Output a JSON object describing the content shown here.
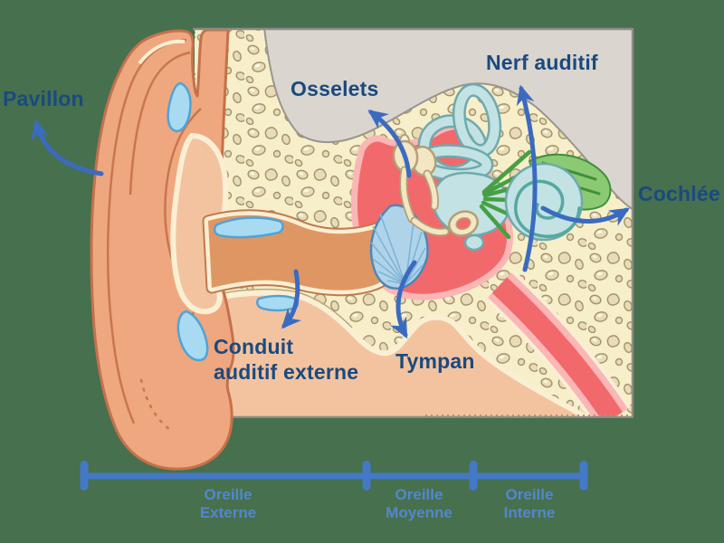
{
  "figure": {
    "labels": {
      "pavillon": "Pavillon",
      "osselets": "Osselets",
      "nerf_auditif": "Nerf auditif",
      "cochlee": "Cochlée",
      "conduit_line1": "Conduit",
      "conduit_line2": "auditif externe",
      "tympan": "Tympan"
    },
    "scale": {
      "segments": [
        {
          "line1": "Oreille",
          "line2": "Externe"
        },
        {
          "line1": "Oreille",
          "line2": "Moyenne"
        },
        {
          "line1": "Oreille",
          "line2": "Interne"
        }
      ]
    },
    "colors": {
      "background": "#47704F",
      "label_text": "#1A4A7E",
      "arrow": "#3A6BC1",
      "scale_bar": "#4379C6",
      "scale_text": "#5287CE",
      "skin": "#F3C3A0",
      "pinna": "#EFA77F",
      "bone": "#F6EFC9",
      "backdrop_gray": "#DAD5CF",
      "middle_ear_red": "#F2696B",
      "middle_ear_pink": "#FBB6B6",
      "inner_ear_blue": "#C3E2E3",
      "inner_ear_outline": "#6FA9AE",
      "nerve_green": "#46A043",
      "cartilage_blue": "#A8DAF2",
      "ossicle_cream": "#F2E7C2",
      "canal_orange": "#DE9763"
    }
  }
}
